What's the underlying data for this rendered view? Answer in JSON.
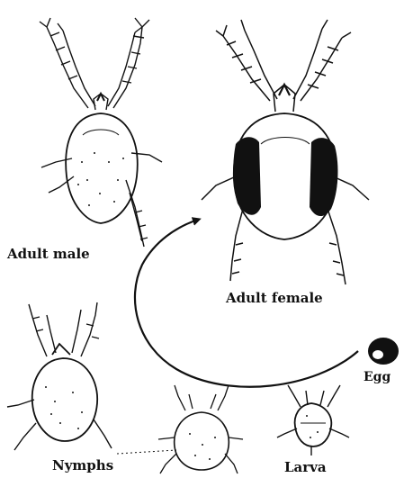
{
  "labels": {
    "adult_male": "Adult male",
    "adult_female": "Adult female",
    "egg": "Egg",
    "nymphs": "Nymphs",
    "larva": "Larva"
  },
  "colors": {
    "ink": "#111111",
    "background": "#ffffff"
  }
}
